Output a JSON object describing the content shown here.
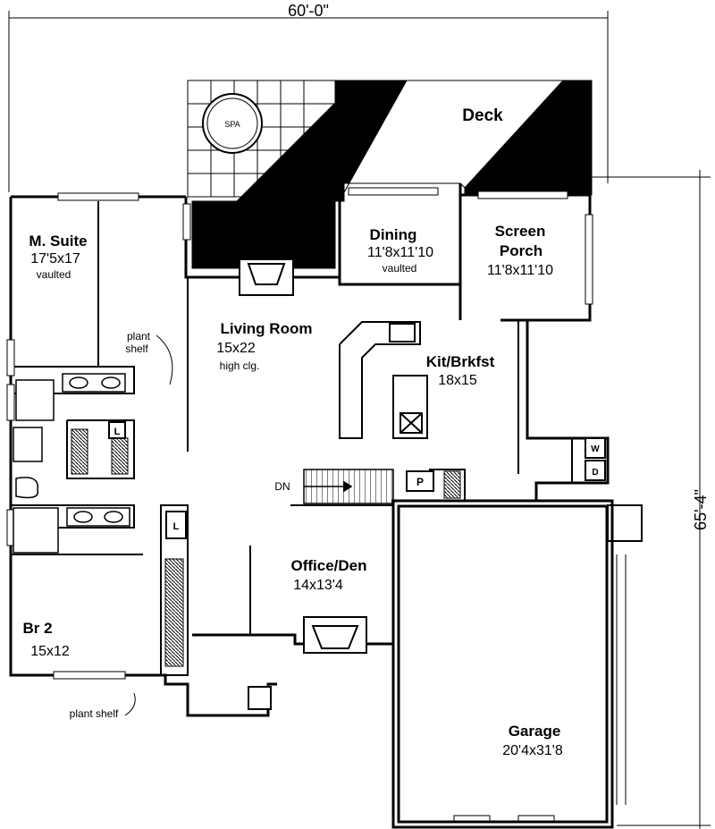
{
  "dimensions": {
    "width": "60'-0\"",
    "depth": "65'-4\""
  },
  "rooms": {
    "deck": {
      "name": "Deck"
    },
    "spa": {
      "name": "SPA"
    },
    "dining": {
      "name": "Dining",
      "size": "11'8x11'10",
      "note": "vaulted"
    },
    "screen_porch": {
      "name_line1": "Screen",
      "name_line2": "Porch",
      "size": "11'8x11'10"
    },
    "master_suite": {
      "name": "M. Suite",
      "size": "17'5x17",
      "note": "vaulted"
    },
    "living_room": {
      "name": "Living Room",
      "size": "15x22",
      "note": "high clg."
    },
    "kitchen": {
      "name": "Kit/Brkfst",
      "size": "18x15"
    },
    "office": {
      "name": "Office/Den",
      "size": "14x13'4"
    },
    "bedroom2": {
      "name": "Br 2",
      "size": "15x12"
    },
    "garage": {
      "name": "Garage",
      "size": "20'4x31'8"
    }
  },
  "annotations": {
    "plant_shelf_upper_1": "plant",
    "plant_shelf_upper_2": "shelf",
    "plant_shelf_lower": "plant shelf",
    "stair": "DN",
    "pantry": "P",
    "linen_1": "L",
    "linen_2": "L",
    "washer": "W",
    "dryer": "D"
  }
}
